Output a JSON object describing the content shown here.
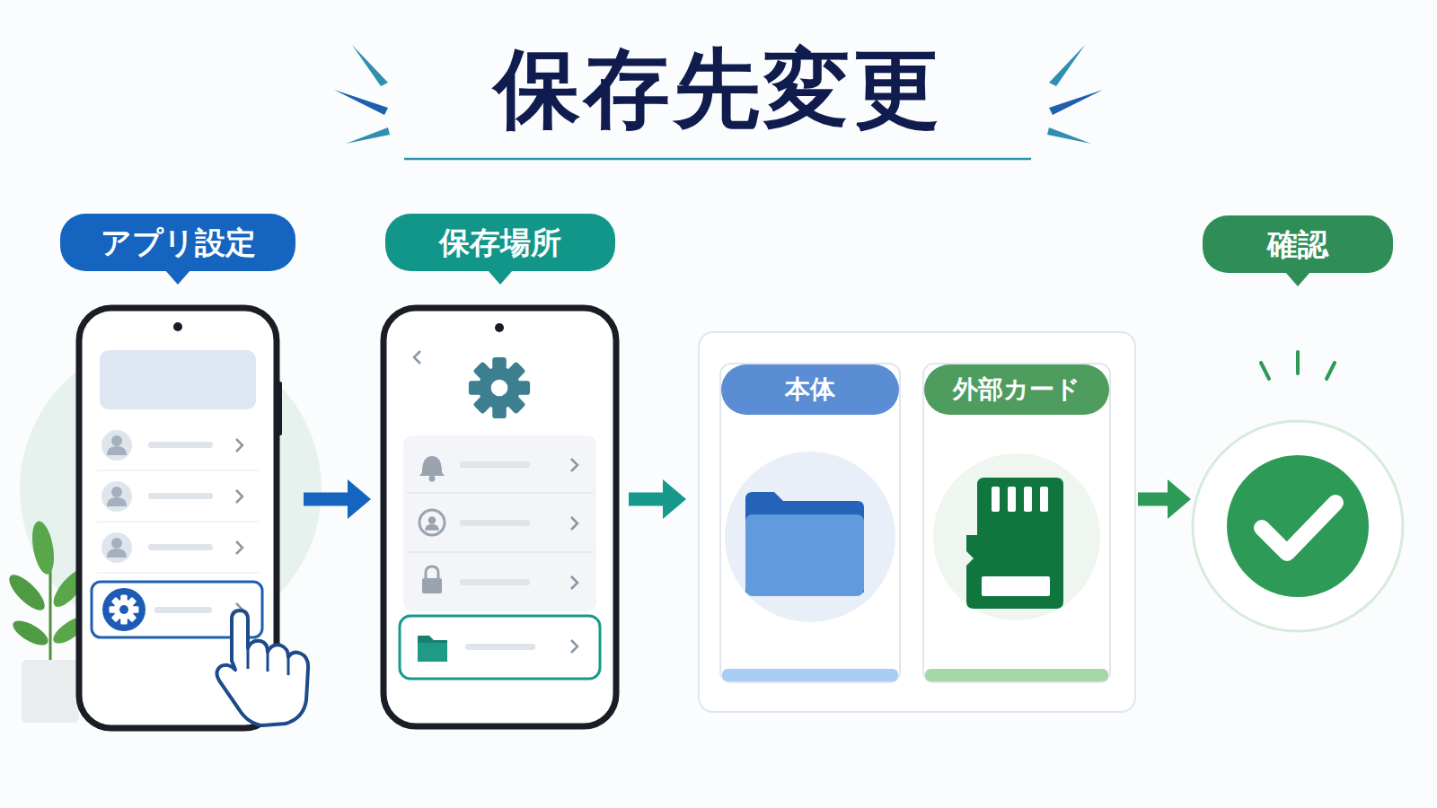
{
  "diagram": {
    "title": "保存先変更",
    "nodes": [
      {
        "text": [
          "アプリ設定"
        ]
      },
      {
        "text": [
          "保存場所"
        ]
      },
      {
        "text": [
          "本体"
        ]
      },
      {
        "text": [
          "外部カード"
        ]
      },
      {
        "text": [
          "確認"
        ]
      }
    ],
    "edges": [
      {
        "from": 0,
        "to": 1,
        "arrow": "to"
      },
      {
        "from": 1,
        "to": 2,
        "arrow": "to"
      },
      {
        "from": 3,
        "to": 4,
        "arrow": "to"
      }
    ]
  }
}
